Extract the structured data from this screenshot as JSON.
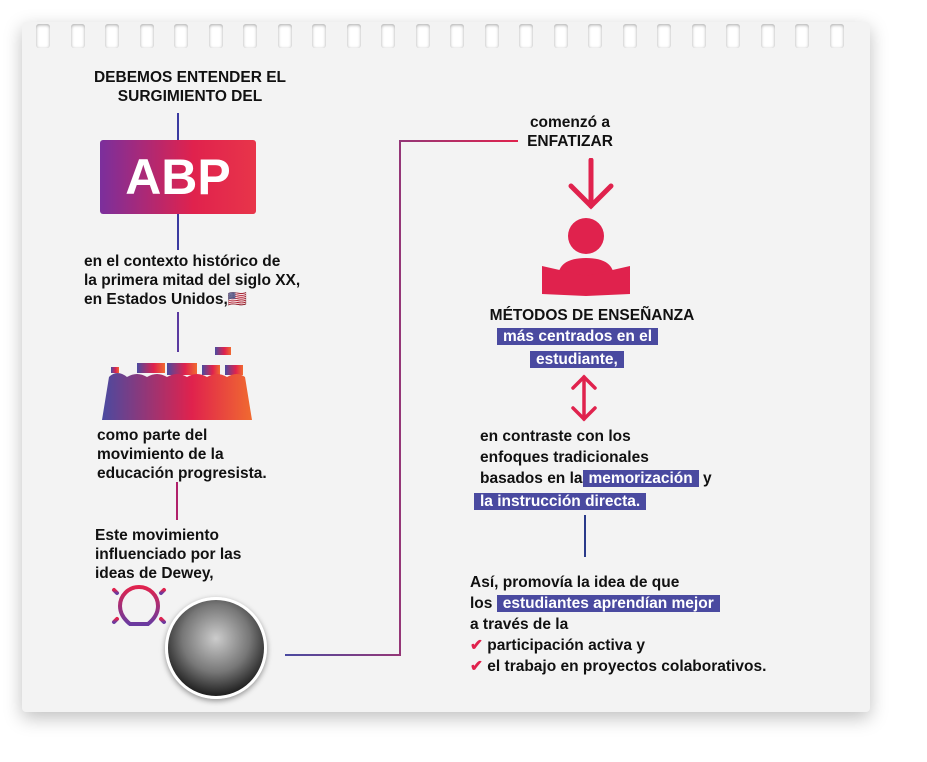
{
  "left": {
    "intro": [
      "DEBEMOS ENTENDER EL",
      "SURGIMIENTO DEL"
    ],
    "acronym": "ABP",
    "context": [
      "en el contexto histórico de",
      "la primera mitad del siglo XX,",
      "en Estados Unidos,"
    ],
    "flag": "🇺🇸",
    "movement": [
      "como parte del",
      "movimiento de la",
      "educación progresista."
    ],
    "dewey": [
      "Este movimiento",
      "influenciado por las",
      "ideas de Dewey,"
    ]
  },
  "right": {
    "began": [
      "comenzó a",
      "ENFATIZAR"
    ],
    "methods_title": "MÉTODOS DE ENSEÑANZA",
    "methods_hl": [
      "más centrados en el",
      "estudiante,"
    ],
    "contrast": [
      "en contraste con los",
      "enfoques tradicionales",
      "basados en la"
    ],
    "memorization": "memorización",
    "and": " y",
    "direct": "la instrucción directa.",
    "thus": "Así, promovía la idea de que",
    "los": "los ",
    "students": "estudiantes aprendían mejor",
    "through": "a través de la",
    "checks": [
      "participación activa y",
      "el trabajo en proyectos colaborativos."
    ]
  },
  "colors": {
    "accent_purple": "#4a4aa0",
    "accent_red": "#e0224d"
  }
}
